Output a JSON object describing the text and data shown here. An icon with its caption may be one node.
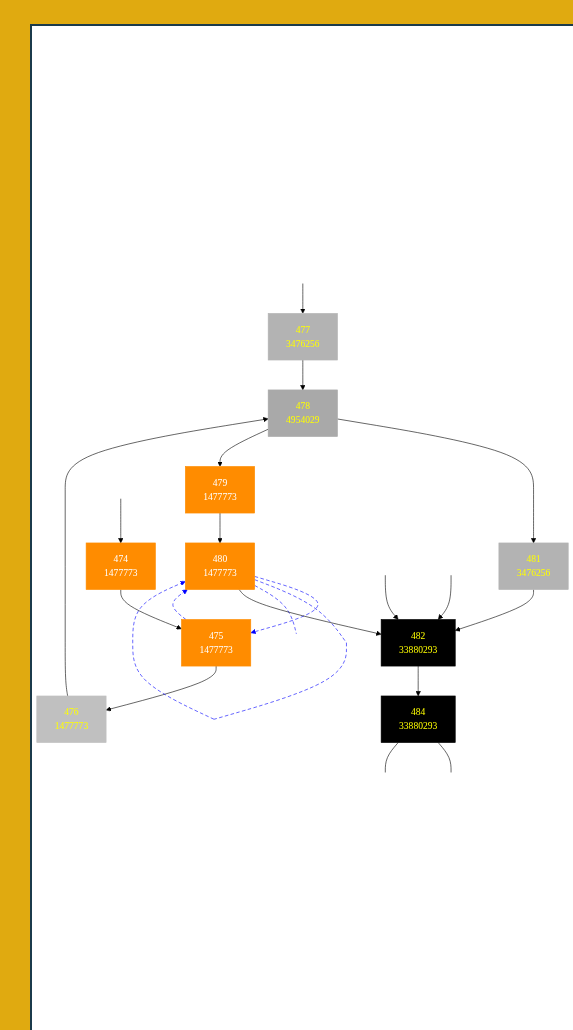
{
  "diagram": {
    "nodes": [
      {
        "text": [
          "477",
          "3476256"
        ]
      },
      {
        "text": [
          "474",
          "1477773"
        ]
      },
      {
        "text": [
          "475",
          "1477773"
        ]
      },
      {
        "text": [
          "476",
          "1477773"
        ]
      },
      {
        "text": [
          "478",
          "4954029"
        ]
      },
      {
        "text": [
          "481",
          "3476256"
        ]
      },
      {
        "text": [
          "479",
          "1477773"
        ]
      },
      {
        "text": [
          "480",
          "1477773"
        ]
      },
      {
        "text": [
          "482",
          "33880293"
        ]
      },
      {
        "text": [
          "484",
          "33880293"
        ]
      }
    ],
    "edges": [
      {
        "from": null,
        "to": 0,
        "arrow": "to"
      },
      {
        "from": null,
        "to": 1,
        "arrow": "to"
      },
      {
        "from": 1,
        "to": 2,
        "arrow": "to"
      },
      {
        "from": 2,
        "to": 3,
        "arrow": "to"
      },
      {
        "from": 0,
        "to": 4,
        "arrow": "to"
      },
      {
        "from": 3,
        "to": 4,
        "arrow": "to"
      },
      {
        "from": 4,
        "to": 5,
        "arrow": "to"
      },
      {
        "from": 4,
        "to": 6,
        "arrow": "to"
      },
      {
        "from": 6,
        "to": 7,
        "arrow": "to"
      },
      {
        "from": 2,
        "to": 7,
        "arrow": "to",
        "style": "dashed",
        "color": "#0000ff"
      },
      {
        "from": 7,
        "to": 2,
        "arrow": "to",
        "style": "dashed",
        "color": "#0000ff"
      },
      {
        "from": 7,
        "to": 7,
        "arrow": "to",
        "style": "dashed",
        "color": "#0000ff"
      },
      {
        "from": 7,
        "to": null,
        "arrow": "none",
        "style": "dashed",
        "color": "#0000ff"
      },
      {
        "from": 7,
        "to": 8,
        "arrow": "to"
      },
      {
        "from": 5,
        "to": 8,
        "arrow": "to"
      },
      {
        "from": null,
        "to": 8,
        "arrow": "to"
      },
      {
        "from": null,
        "to": 8,
        "arrow": "to"
      },
      {
        "from": 8,
        "to": 9,
        "arrow": "to"
      },
      {
        "from": 9,
        "to": null,
        "arrow": "none"
      },
      {
        "from": 9,
        "to": null,
        "arrow": "none"
      }
    ]
  }
}
